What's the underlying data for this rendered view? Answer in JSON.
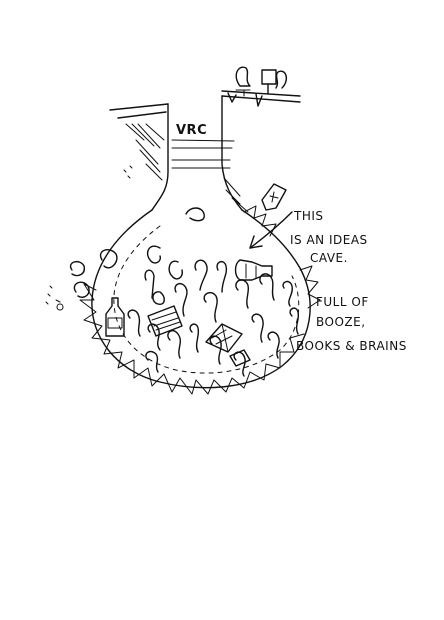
{
  "sign": "VRC",
  "note_lines": [
    "THIS",
    "IS AN IDEAS",
    "CAVE."
  ],
  "caption_lines": [
    "FULL OF",
    "BOOZE,",
    "BOOKS & BRAINS"
  ],
  "colors": {
    "ink": "#111111",
    "paper": "#ffffff"
  }
}
